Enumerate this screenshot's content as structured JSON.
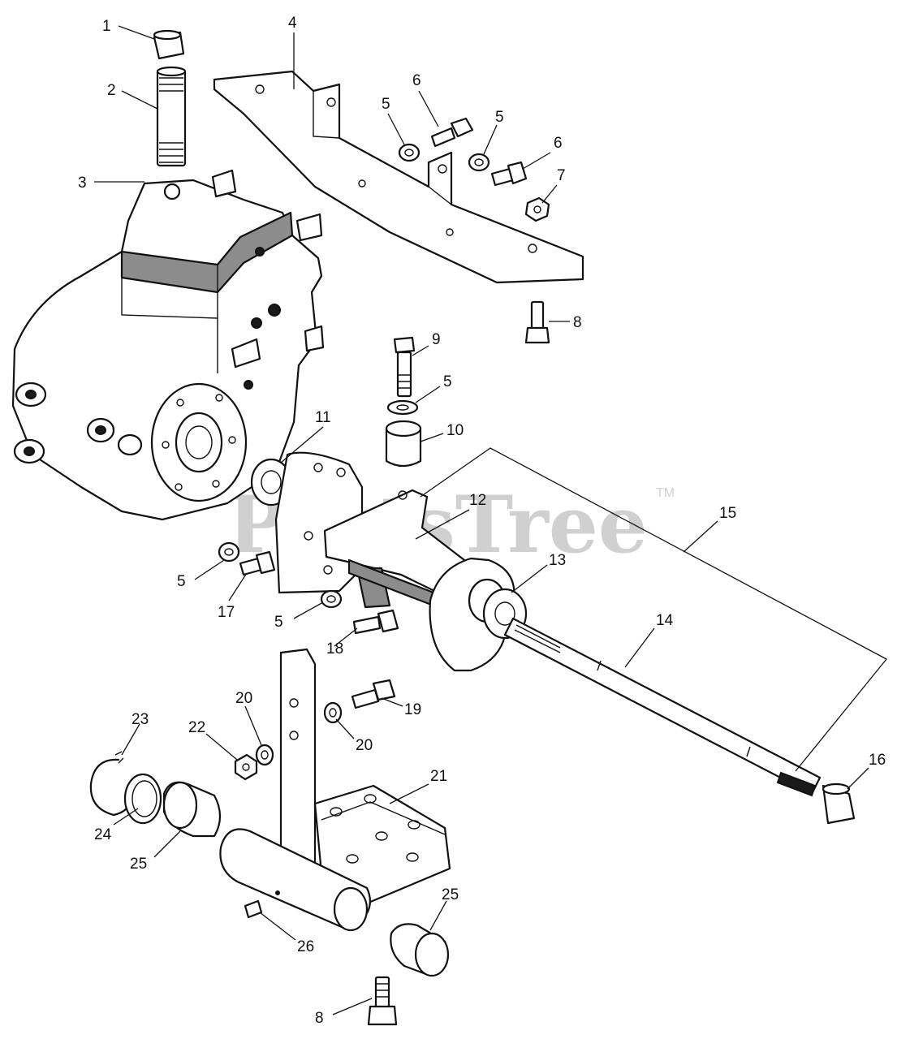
{
  "watermark": {
    "brand": "PartsTree",
    "trademark": "TM"
  },
  "callouts": [
    {
      "id": "c1",
      "label": "1"
    },
    {
      "id": "c2",
      "label": "2"
    },
    {
      "id": "c3",
      "label": "3"
    },
    {
      "id": "c4",
      "label": "4"
    },
    {
      "id": "c5a",
      "label": "5"
    },
    {
      "id": "c6a",
      "label": "6"
    },
    {
      "id": "c5b",
      "label": "5"
    },
    {
      "id": "c6b",
      "label": "6"
    },
    {
      "id": "c7",
      "label": "7"
    },
    {
      "id": "c8a",
      "label": "8"
    },
    {
      "id": "c9",
      "label": "9"
    },
    {
      "id": "c5c",
      "label": "5"
    },
    {
      "id": "c10",
      "label": "10"
    },
    {
      "id": "c11",
      "label": "11"
    },
    {
      "id": "c12",
      "label": "12"
    },
    {
      "id": "c15",
      "label": "15"
    },
    {
      "id": "c13",
      "label": "13"
    },
    {
      "id": "c5d",
      "label": "5"
    },
    {
      "id": "c17",
      "label": "17"
    },
    {
      "id": "c5e",
      "label": "5"
    },
    {
      "id": "c18",
      "label": "18"
    },
    {
      "id": "c14",
      "label": "14"
    },
    {
      "id": "c19",
      "label": "19"
    },
    {
      "id": "c20a",
      "label": "20"
    },
    {
      "id": "c20b",
      "label": "20"
    },
    {
      "id": "c22",
      "label": "22"
    },
    {
      "id": "c23",
      "label": "23"
    },
    {
      "id": "c16",
      "label": "16"
    },
    {
      "id": "c21",
      "label": "21"
    },
    {
      "id": "c24",
      "label": "24"
    },
    {
      "id": "c25a",
      "label": "25"
    },
    {
      "id": "c25b",
      "label": "25"
    },
    {
      "id": "c26",
      "label": "26"
    },
    {
      "id": "c8b",
      "label": "8"
    }
  ]
}
